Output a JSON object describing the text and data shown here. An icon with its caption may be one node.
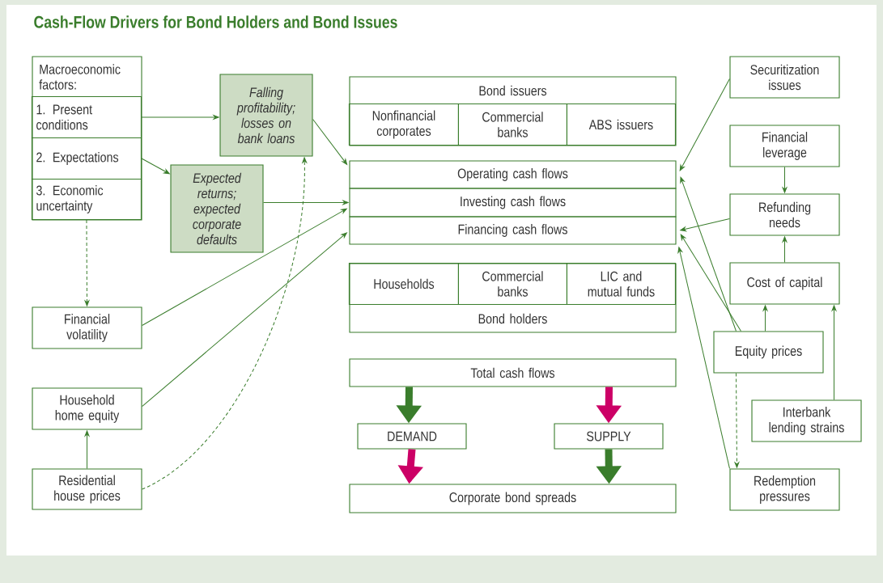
{
  "diagram": {
    "title": "Cash-Flow Drivers for Bond Holders and Bond Issues",
    "nodes": [
      {
        "text": [
          "Macroeconomic factors:"
        ]
      },
      {
        "text": [
          "1. Present conditions"
        ],
        "in": 0
      },
      {
        "text": [
          "2. Expectations"
        ],
        "in": 0
      },
      {
        "text": [
          "3. Economic uncertainty"
        ],
        "in": 0
      },
      {
        "text": [
          "Falling profitability; losses on bank loans"
        ]
      },
      {
        "text": [
          "Expected returns; expected corporate defaults"
        ]
      },
      {
        "text": [
          "Financial volatility"
        ]
      },
      {
        "text": [
          "Household home equity"
        ]
      },
      {
        "text": [
          "Residential house prices"
        ]
      },
      {
        "text": [
          "Bond issuers"
        ]
      },
      {
        "text": [
          "Nonfinancial corporates"
        ],
        "in": 9
      },
      {
        "text": [
          "Commercial banks"
        ],
        "in": 9
      },
      {
        "text": [
          "ABS issuers"
        ],
        "in": 9
      },
      {
        "text": [
          "Operating cash flows"
        ]
      },
      {
        "text": [
          "Investing cash flows"
        ]
      },
      {
        "text": [
          "Financing cash flows"
        ]
      },
      {
        "text": [
          "Bond holders"
        ]
      },
      {
        "text": [
          "Households"
        ],
        "in": 16
      },
      {
        "text": [
          "Commercial banks"
        ],
        "in": 16
      },
      {
        "text": [
          "LIC and mutual funds"
        ],
        "in": 16
      },
      {
        "text": [
          "Total cash flows"
        ]
      },
      {
        "text": [
          "DEMAND"
        ]
      },
      {
        "text": [
          "SUPPLY"
        ]
      },
      {
        "text": [
          "Corporate bond spreads"
        ]
      },
      {
        "text": [
          "Securitization issues"
        ]
      },
      {
        "text": [
          "Financial leverage"
        ]
      },
      {
        "text": [
          "Refunding needs"
        ]
      },
      {
        "text": [
          "Cost of capital"
        ]
      },
      {
        "text": [
          "Equity prices"
        ]
      },
      {
        "text": [
          "Interbank lending strains"
        ]
      },
      {
        "text": [
          "Redemption pressures"
        ]
      }
    ],
    "edges": [
      {
        "from": 1,
        "to": 4,
        "arrow": "to"
      },
      {
        "from": 2,
        "to": 5,
        "arrow": "to"
      },
      {
        "from": 4,
        "to": 13,
        "arrow": "to"
      },
      {
        "from": 5,
        "to": 14,
        "arrow": "to"
      },
      {
        "from": 6,
        "to": 14,
        "arrow": "to"
      },
      {
        "from": 7,
        "to": 15,
        "arrow": "to"
      },
      {
        "from": 3,
        "to": 6,
        "arrow": "to",
        "style": "dashed"
      },
      {
        "from": 8,
        "to": 7,
        "arrow": "to"
      },
      {
        "from": 8,
        "to": 4,
        "arrow": "to",
        "style": "dashed"
      },
      {
        "from": 24,
        "to": 13,
        "arrow": "to"
      },
      {
        "from": 26,
        "to": 15,
        "arrow": "to"
      },
      {
        "from": 25,
        "to": 26,
        "arrow": "to"
      },
      {
        "from": 27,
        "to": 26,
        "arrow": "to"
      },
      {
        "from": 28,
        "to": 27,
        "arrow": "to"
      },
      {
        "from": 29,
        "to": 27,
        "arrow": "to"
      },
      {
        "from": 28,
        "to": 13,
        "arrow": "to"
      },
      {
        "from": 28,
        "to": 15,
        "arrow": "to"
      },
      {
        "from": 30,
        "to": 15,
        "arrow": "to"
      },
      {
        "from": 28,
        "to": 30,
        "arrow": "to",
        "style": "dashed"
      },
      {
        "from": 20,
        "to": 21,
        "arrow": "to",
        "style": "thick"
      },
      {
        "from": 20,
        "to": 22,
        "arrow": "to",
        "style": "thick",
        "color": "#cc0066"
      },
      {
        "from": 21,
        "to": 23,
        "arrow": "to",
        "style": "thick",
        "color": "#cc0066"
      },
      {
        "from": 22,
        "to": 23,
        "arrow": "to",
        "style": "thick"
      }
    ]
  }
}
